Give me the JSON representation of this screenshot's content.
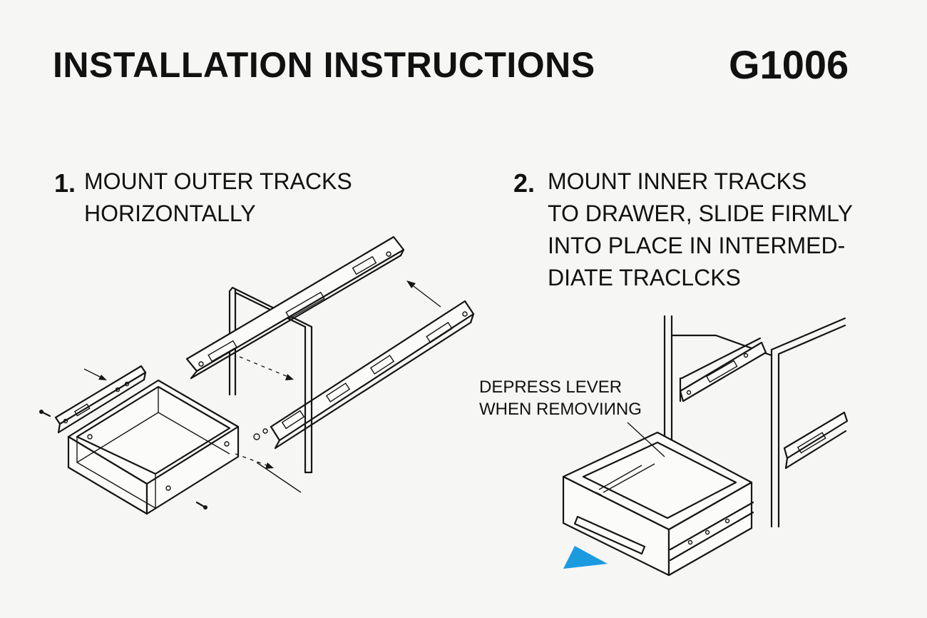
{
  "header": {
    "title": "INSTALLATION  INSTRUCTIONS",
    "model": "G1006"
  },
  "steps": [
    {
      "number": "1.",
      "text": "MOUNT OUTER TRACKS\nHORIZONTALLY"
    },
    {
      "number": "2.",
      "text": "MOUNT INNER TRACKS\nTO DRAWER, SLIDE FIRMLY\nINTO PLACE IN INTERMED-\nDIATE TRACLCKS"
    }
  ],
  "callout": {
    "text": "DEPRESS LEVER\nWHEN REMOVIИNG"
  },
  "colors": {
    "background": "#f6f6f5",
    "ink": "#111111",
    "accent_triangle": "#1a9be0"
  }
}
